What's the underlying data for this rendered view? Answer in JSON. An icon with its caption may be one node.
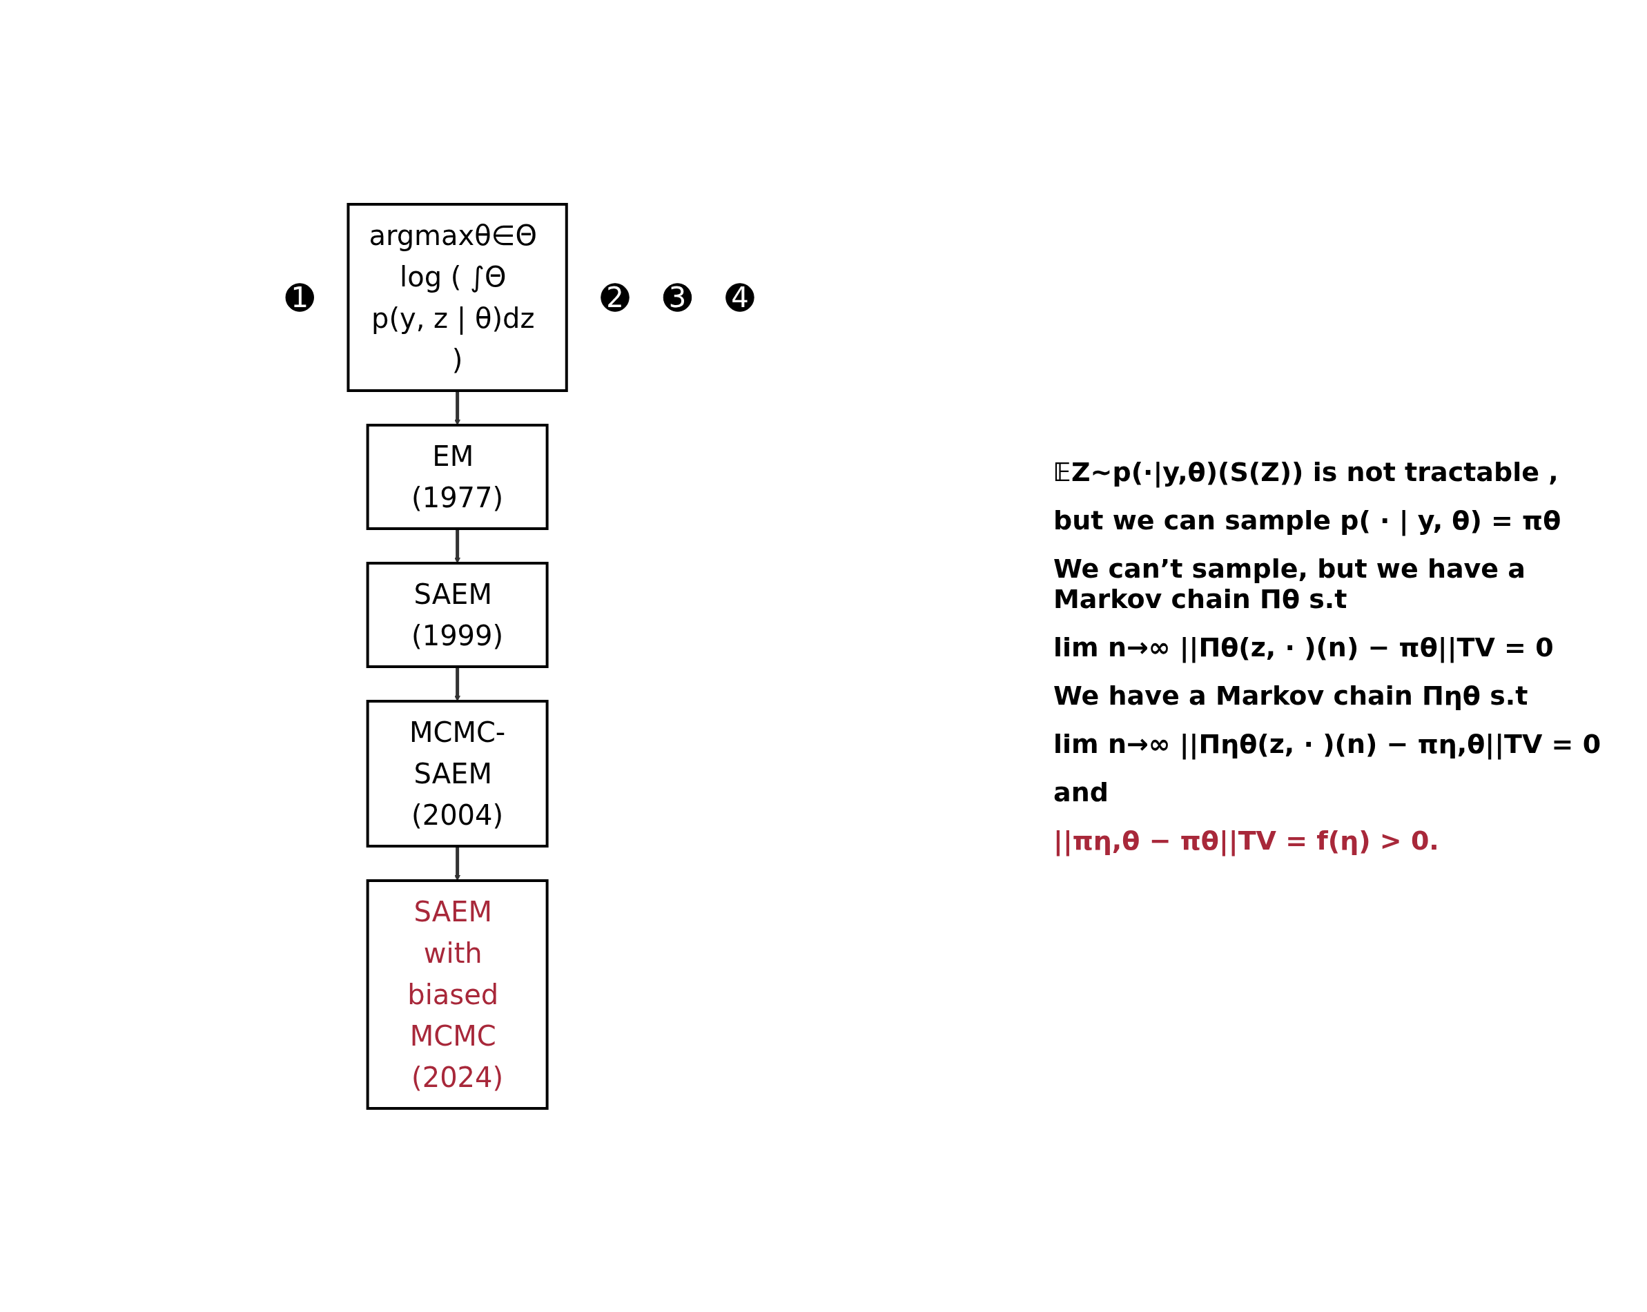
{
  "diagram": {
    "nodes": [
      {
        "text": [
          "1"
        ]
      },
      {
        "text": [
          "argmaxθ∈Θ log ( ∫Θ p(y, z | θ)dz )"
        ]
      },
      {
        "text": [
          "EM (1977)"
        ]
      },
      {
        "text": [
          "2"
        ]
      },
      {
        "text": [
          "SAEM (1999)"
        ]
      },
      {
        "text": [
          "MCMC-SAEM (2004)"
        ]
      },
      {
        "text": [
          "3"
        ]
      },
      {
        "text": [
          "4"
        ]
      },
      {
        "text": [
          "SAEM with biased MCMC (2024)"
        ]
      }
    ],
    "edges": [
      {
        "from": 1,
        "to": 2,
        "arrow": "to"
      },
      {
        "from": 2,
        "to": 4,
        "arrow": "to"
      },
      {
        "from": 4,
        "to": 5,
        "arrow": "to"
      },
      {
        "from": 5,
        "to": 8,
        "arrow": "to"
      }
    ],
    "labels": [
      "𝔼Z∼p(·|y,θ)(S(Z)) is not tractable ,",
      "but we can sample p( · | y, θ) = πθ",
      "We can’t sample, but we have a Markov chain Πθ s.t",
      "lim n→∞ ||Πθ(z, · )(n) − πθ||TV = 0",
      "We have a Markov chain Πηθ s.t",
      "lim n→∞ ||Πηθ(z, · )(n) − πη,θ||TV = 0",
      "and",
      "||πη,θ − πθ||TV = f(η) > 0."
    ]
  }
}
